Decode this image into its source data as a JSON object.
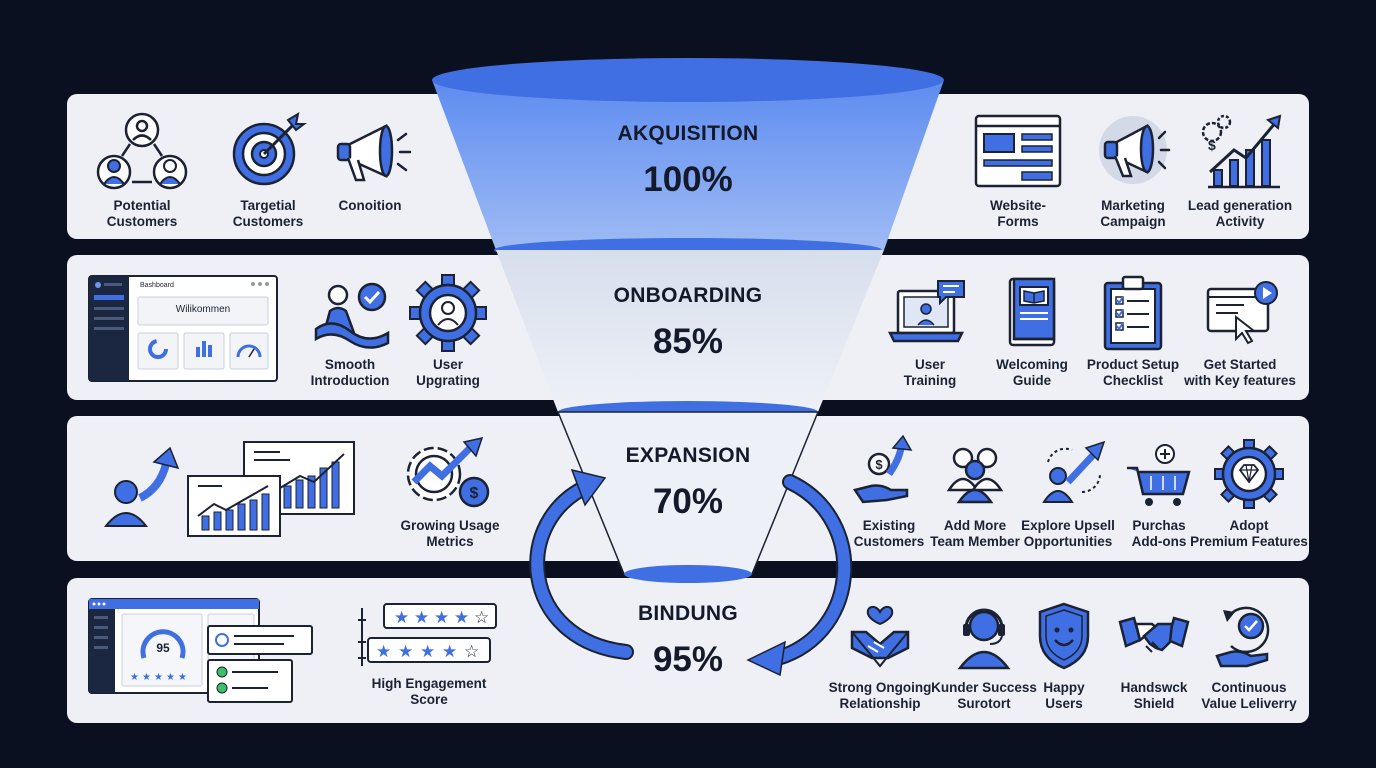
{
  "colors": {
    "background": "#0b1020",
    "band": "#eef0f5",
    "accent": "#3b6fe0",
    "dark": "#1b2233"
  },
  "stages": [
    {
      "title": "AKQUISITION",
      "percent": "100%"
    },
    {
      "title": "ONBOARDING",
      "percent": "85%"
    },
    {
      "title": "EXPANSION",
      "percent": "70%"
    },
    {
      "title": "BINDUNG",
      "percent": "95%"
    }
  ],
  "acquisition": {
    "left": [
      {
        "icon": "people-network-icon",
        "line1": "Potential",
        "line2": "Customers"
      },
      {
        "icon": "target-icon",
        "line1": "Targetial",
        "line2": "Customers"
      },
      {
        "icon": "megaphone-icon",
        "line1": "Conoition",
        "line2": ""
      }
    ],
    "right": [
      {
        "icon": "website-form-icon",
        "line1": "Website-",
        "line2": "Forms"
      },
      {
        "icon": "megaphone-icon",
        "line1": "Marketing",
        "line2": "Campaign"
      },
      {
        "icon": "growth-chart-icon",
        "line1": "Lead generation",
        "line2": "Activity"
      }
    ]
  },
  "onboarding": {
    "dashboard": {
      "title": "Bashboard",
      "welcome": "Wilikommen"
    },
    "left": [
      {
        "icon": "person-check-icon",
        "line1": "Smooth",
        "line2": "Introduction"
      },
      {
        "icon": "user-gear-icon",
        "line1": "User",
        "line2": "Upgrating"
      }
    ],
    "right": [
      {
        "icon": "laptop-training-icon",
        "line1": "User",
        "line2": "Training"
      },
      {
        "icon": "book-icon",
        "line1": "Welcoming",
        "line2": "Guide"
      },
      {
        "icon": "clipboard-checklist-icon",
        "line1": "Product Setup",
        "line2": "Checklist"
      },
      {
        "icon": "click-video-icon",
        "line1": "Get Started",
        "line2": "with Key features"
      }
    ]
  },
  "expansion": {
    "left": [
      {
        "icon": "gear-growth-icon",
        "line1": "Growing Usage",
        "line2": "Metrics"
      }
    ],
    "right": [
      {
        "icon": "hand-money-icon",
        "line1": "Existing",
        "line2": "Customers"
      },
      {
        "icon": "team-icon",
        "line1": "Add More",
        "line2": "Team Member"
      },
      {
        "icon": "upsell-icon",
        "line1": "Explore Upsell",
        "line2": "Opportunities"
      },
      {
        "icon": "cart-add-icon",
        "line1": "Purchas",
        "line2": "Add-ons"
      },
      {
        "icon": "diamond-gear-icon",
        "line1": "Adopt",
        "line2": "Premium Features"
      }
    ]
  },
  "retention": {
    "score": "95",
    "left": [
      {
        "icon": "rating-cards-icon",
        "line1": "High Engagement",
        "line2": "Score"
      }
    ],
    "right": [
      {
        "icon": "heart-handshake-icon",
        "line1": "Strong Ongoing",
        "line2": "Relationship"
      },
      {
        "icon": "headset-icon",
        "line1": "Kunder Success",
        "line2": "Surotort"
      },
      {
        "icon": "smile-shield-icon",
        "line1": "Happy",
        "line2": "Users"
      },
      {
        "icon": "handshake-icon",
        "line1": "Handswck",
        "line2": "Shield"
      },
      {
        "icon": "value-check-icon",
        "line1": "Continuous",
        "line2": "Value Leliverry"
      }
    ]
  }
}
